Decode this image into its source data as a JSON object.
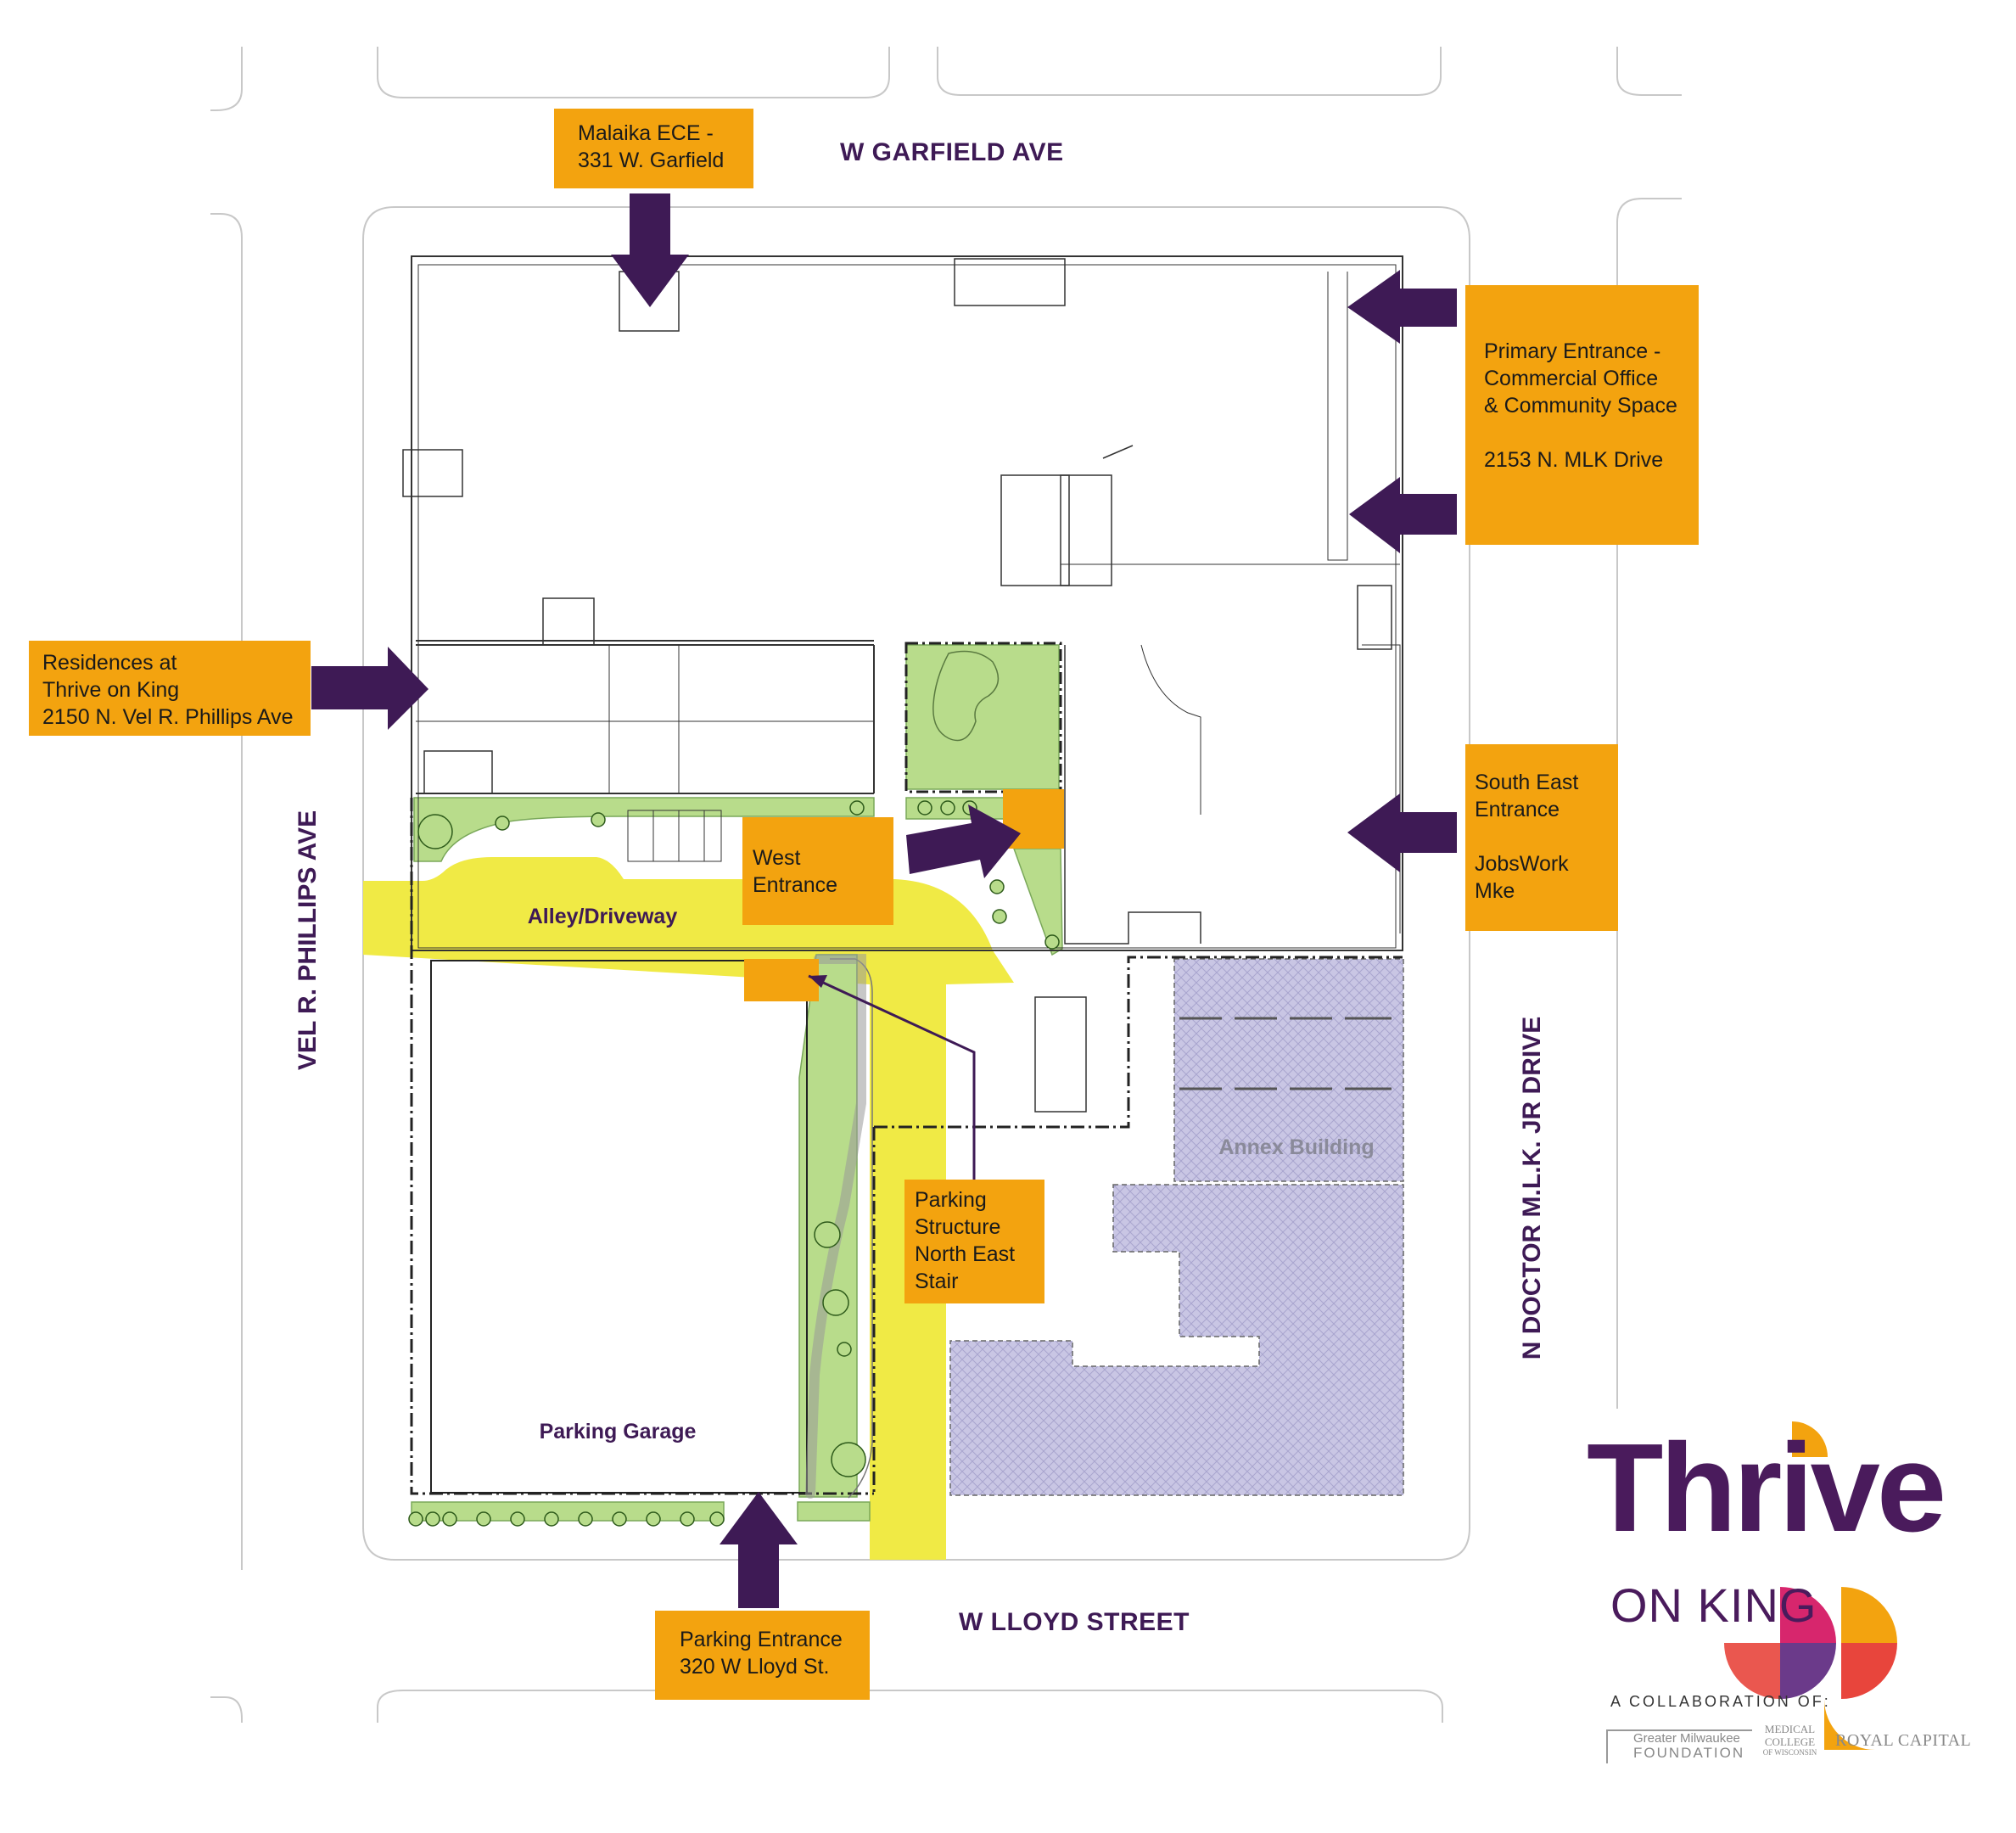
{
  "streets": {
    "north": "W GARFIELD AVE",
    "south": "W LLOYD STREET",
    "west": "VEL R. PHILLIPS AVE",
    "east": "N DOCTOR M.L.K. JR DRIVE"
  },
  "areas": {
    "alley": "Alley/Driveway",
    "garage": "Parking Garage",
    "annex": "Annex Building"
  },
  "callouts": {
    "malaika": [
      "Malaika ECE -",
      "331 W. Garfield"
    ],
    "primary": [
      "Primary Entrance -",
      "Commercial Office",
      "& Community Space",
      "",
      "2153 N. MLK Drive"
    ],
    "residences": [
      "Residences at",
      "Thrive on King",
      "2150 N. Vel R. Phillips Ave"
    ],
    "southeast": [
      "South East",
      "Entrance",
      "",
      "JobsWork",
      "Mke"
    ],
    "west": [
      "West",
      "Entrance"
    ],
    "parking_stair": [
      "Parking",
      "Structure",
      "North East",
      "Stair"
    ],
    "parking_entrance": [
      "Parking Entrance",
      "320 W Lloyd St."
    ]
  },
  "logo": {
    "word1": "Thrive",
    "word2": "ON KING",
    "collab": "A COLLABORATION OF:",
    "partner1_line1": "Greater Milwaukee",
    "partner1_line2": "FOUNDATION",
    "partner2_line1": "MEDICAL",
    "partner2_line2": "COLLEGE",
    "partner2_line3": "OF WISCONSIN",
    "partner3": "ROYAL CAPITAL"
  },
  "colors": {
    "callout": "#F3A30F",
    "arrow": "#3E1A55",
    "alley": "#F0EA45",
    "green": "#B8DC8B",
    "annex": "#C9C6E4",
    "brand_purple": "#4A1B5C",
    "brand_orange": "#F3A30F",
    "brand_red": "#E8453C",
    "brand_pink": "#D7266D"
  }
}
